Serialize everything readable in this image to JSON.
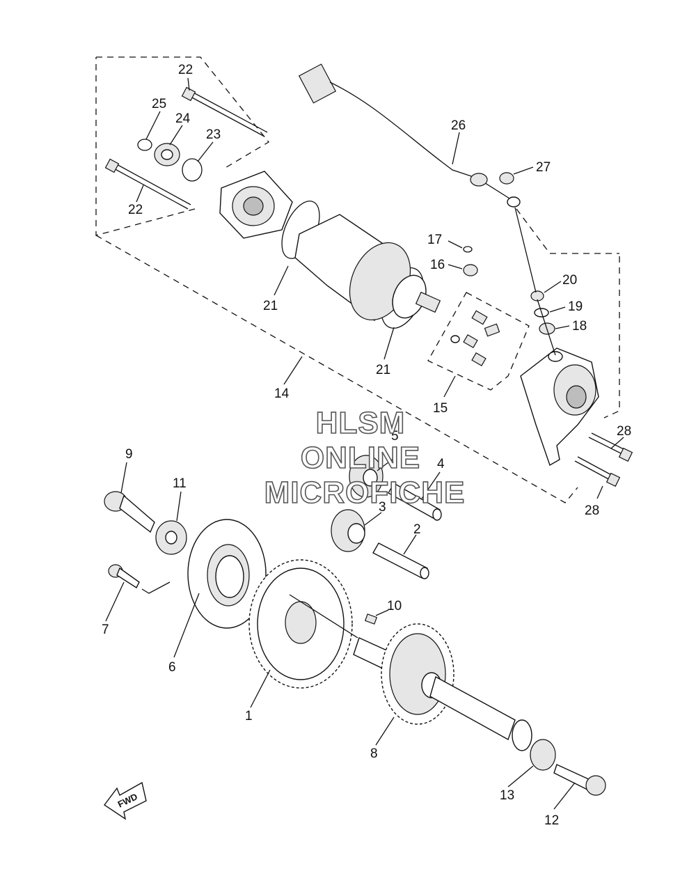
{
  "watermark": {
    "line1": "HLSM",
    "line2": "ONLINE",
    "line3": "MICROFICHE"
  },
  "fwd_label": "FWD",
  "callouts": {
    "c1": "1",
    "c2": "2",
    "c3": "3",
    "c4": "4",
    "c5": "5",
    "c6": "6",
    "c7": "7",
    "c8": "8",
    "c9": "9",
    "c10": "10",
    "c11": "11",
    "c12": "12",
    "c13": "13",
    "c14": "14",
    "c15": "15",
    "c16": "16",
    "c17": "17",
    "c18": "18",
    "c19": "19",
    "c20": "20",
    "c21a": "21",
    "c21b": "21",
    "c22a": "22",
    "c22b": "22",
    "c23": "23",
    "c24": "24",
    "c25": "25",
    "c26": "26",
    "c27": "27",
    "c28a": "28",
    "c28b": "28"
  },
  "colors": {
    "ink": "#111111",
    "paper": "#ffffff",
    "shade": "#e6e6e6"
  }
}
